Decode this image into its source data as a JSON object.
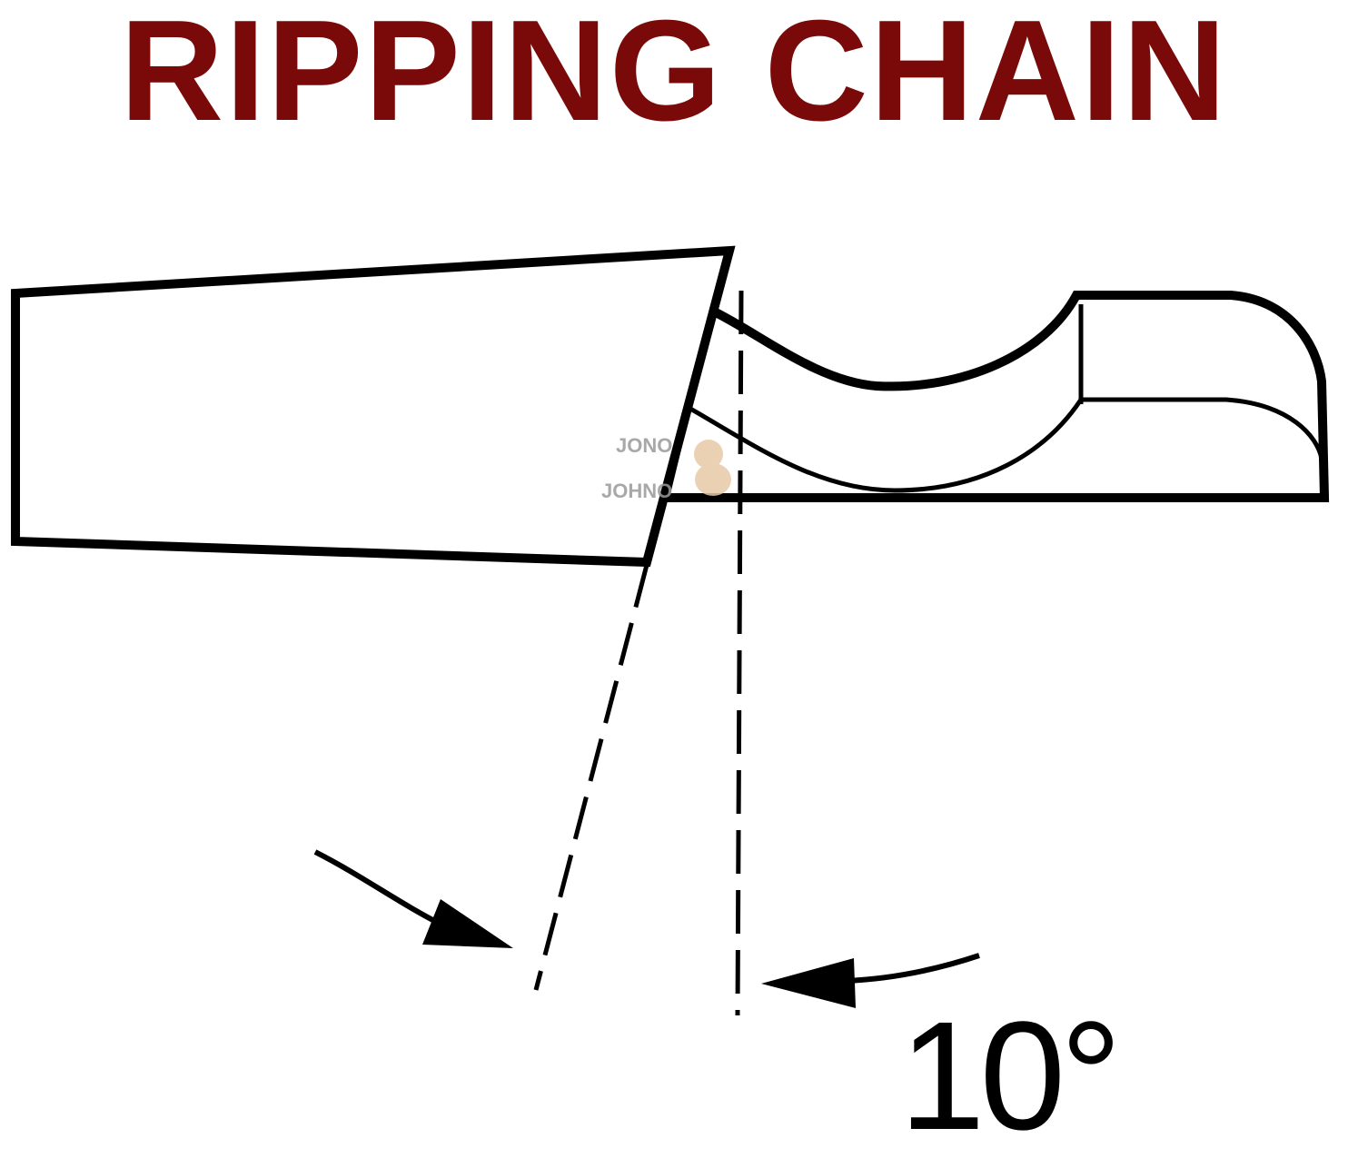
{
  "title": "RIPPING CHAIN",
  "angle_label": "10°",
  "watermark": {
    "line1": "JONO",
    "line2": "JOHNO"
  },
  "colors": {
    "title": "#7a0a0a",
    "lines": "#000000",
    "background": "#ffffff"
  }
}
